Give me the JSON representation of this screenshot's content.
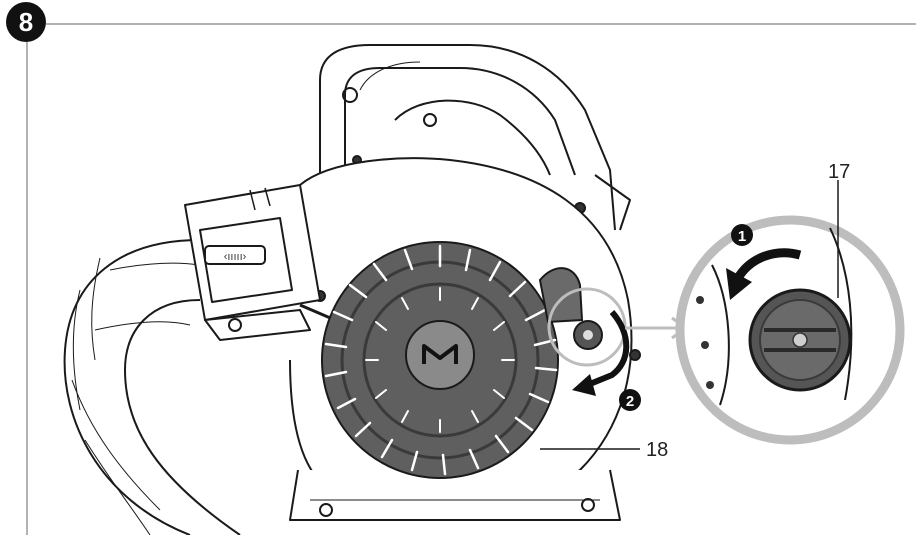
{
  "figure": {
    "step_number": "8",
    "callouts": {
      "part_17": "17",
      "part_18": "18"
    },
    "action_markers": {
      "first": "1",
      "second": "2"
    },
    "colors": {
      "line": "#1a1a1a",
      "grille": "#5f5f5f",
      "grille_dark": "#3a3a3a",
      "zoom_ring": "#bdbdbd",
      "badge": "#111111"
    },
    "icons": [
      "step-badge-icon",
      "rotate-arrow-icon",
      "zoom-connector-icon",
      "logo-mark-icon"
    ]
  }
}
